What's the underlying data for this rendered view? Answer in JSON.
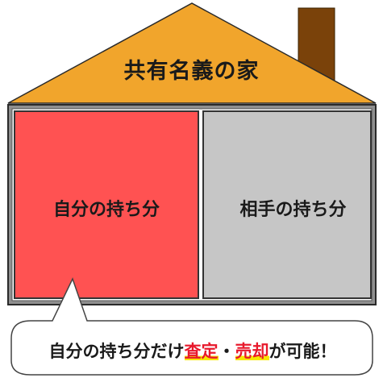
{
  "roof": {
    "title": "共有名義の家",
    "color": "#F1A52C"
  },
  "rooms": {
    "own": {
      "label": "自分の持ち分",
      "color": "#FF5252"
    },
    "other": {
      "label": "相手の持ち分",
      "color": "#C6C6C6"
    }
  },
  "chimney": {
    "color": "#7A420A"
  },
  "callout": {
    "text_before": "自分の持ち分だけ",
    "highlight_1": "査定",
    "separator": "・",
    "highlight_2": "売却",
    "text_after": "が可能！",
    "highlight_color": "#E8192C",
    "underline_color": "#F7E600"
  }
}
